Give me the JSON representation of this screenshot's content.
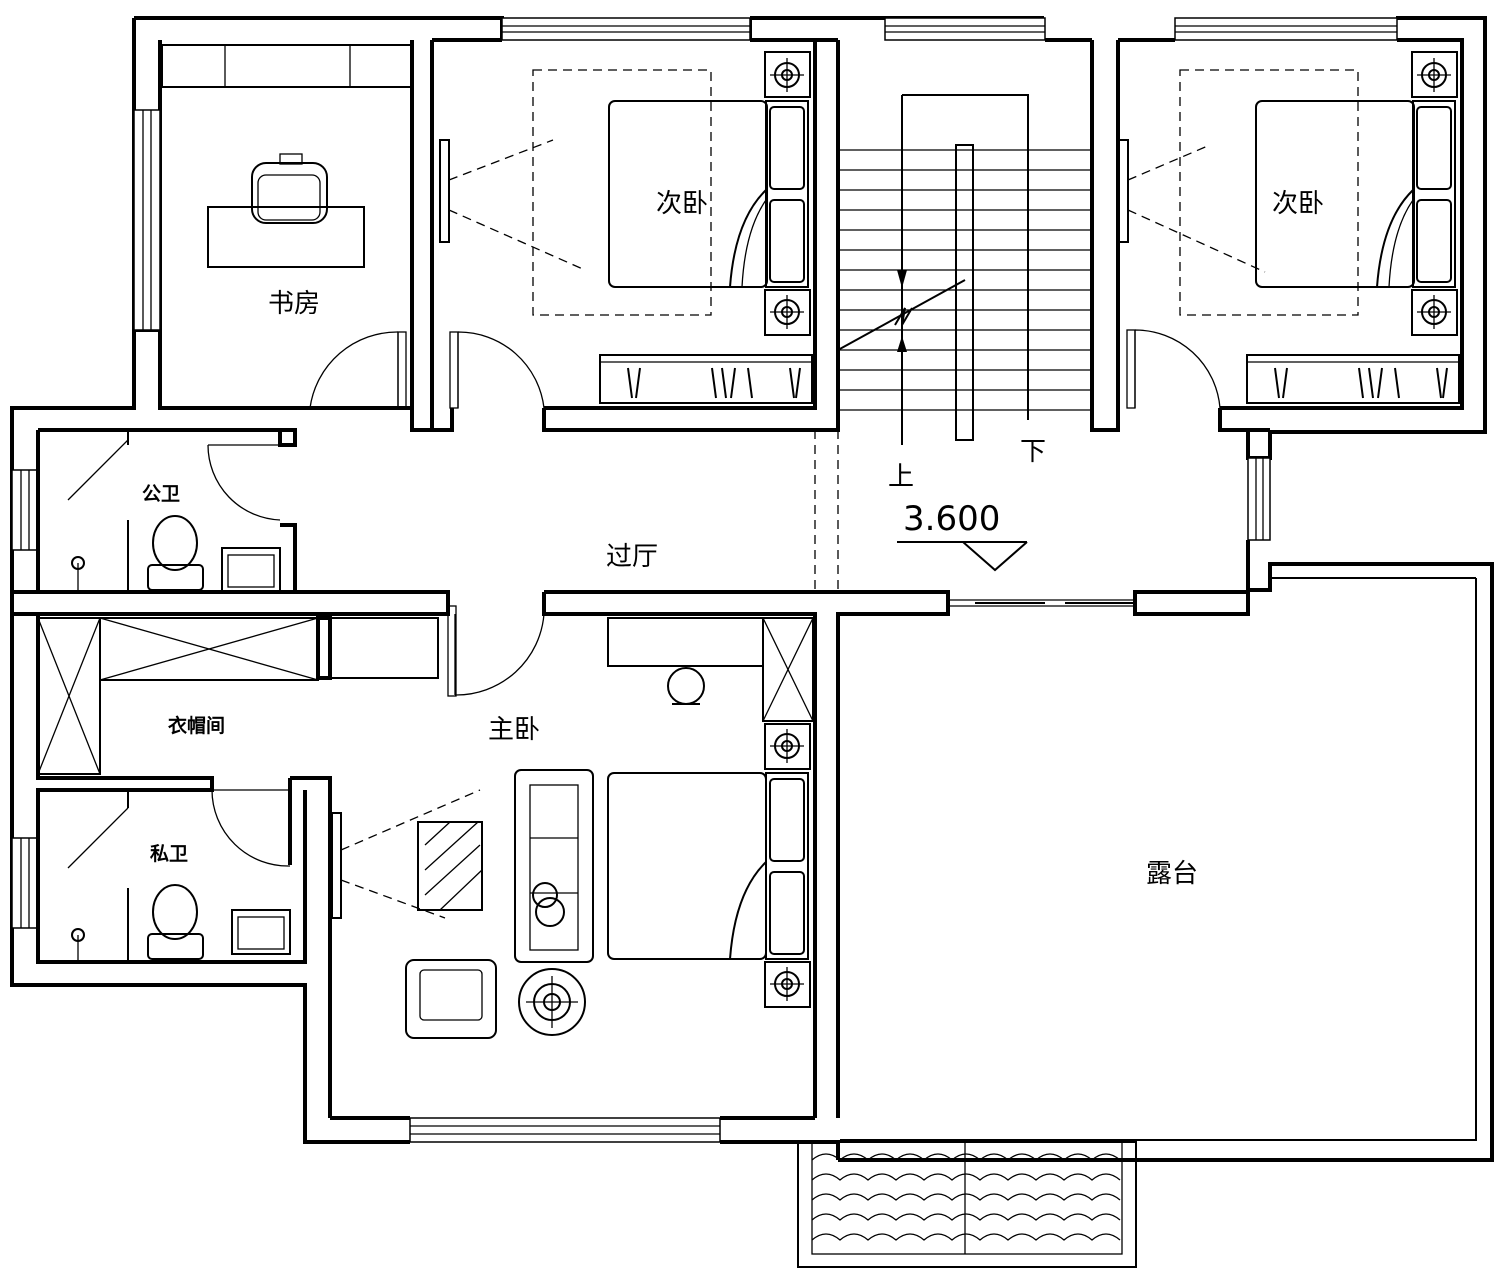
{
  "rooms": {
    "study": "书房",
    "second_bedroom_left": "次卧",
    "second_bedroom_right": "次卧",
    "public_bathroom": "公卫",
    "hallway": "过厅",
    "cloakroom": "衣帽间",
    "master_bedroom": "主卧",
    "private_bathroom": "私卫",
    "terrace": "露台"
  },
  "stairs": {
    "up_label": "上",
    "down_label": "下",
    "elevation": "3.600"
  }
}
